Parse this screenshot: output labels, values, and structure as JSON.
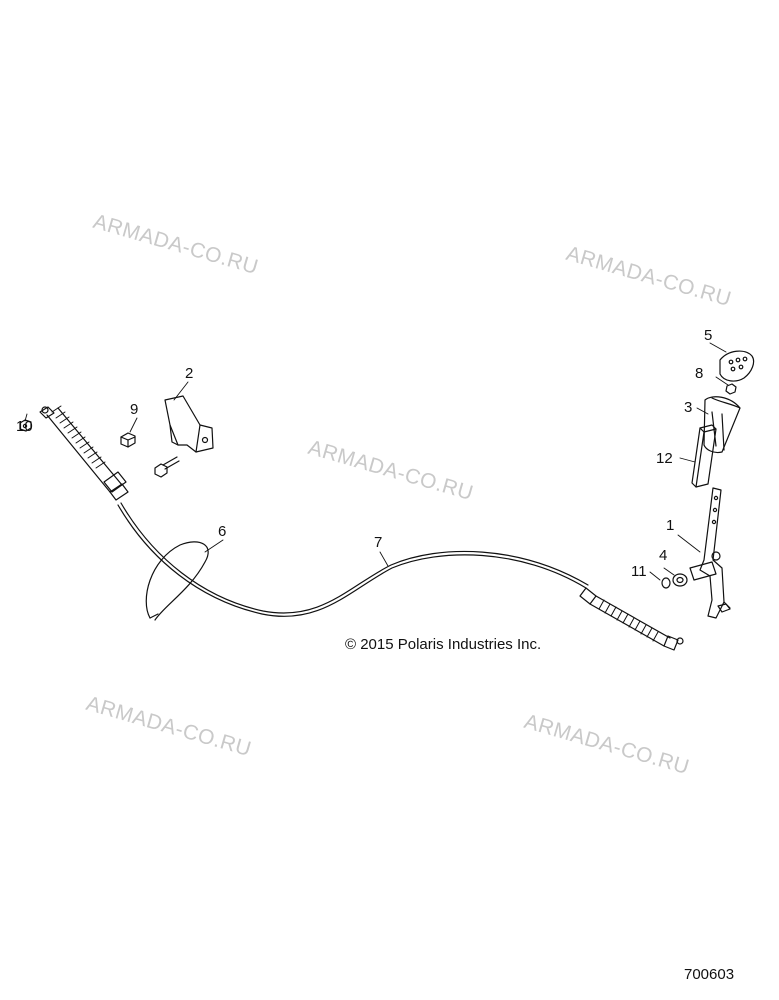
{
  "watermark_text": "ARMADA-CO.RU",
  "copyright": "© 2015 Polaris Industries Inc.",
  "diagram_id": "700603",
  "callouts": {
    "c1": "1",
    "c2": "2",
    "c3": "3",
    "c4": "4",
    "c5": "5",
    "c6": "6",
    "c7": "7",
    "c8": "8",
    "c9": "9",
    "c10": "10",
    "c11": "11",
    "c12": "12"
  }
}
